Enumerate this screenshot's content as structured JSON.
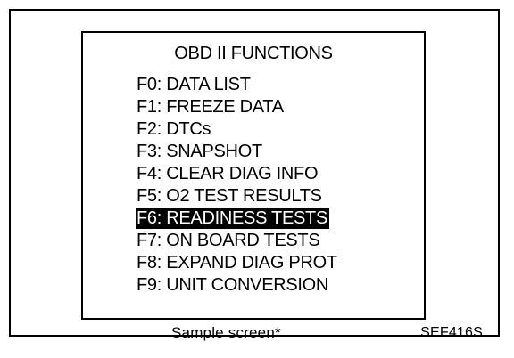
{
  "screen": {
    "title": "OBD II FUNCTIONS",
    "menu": [
      {
        "label": "F0: DATA LIST",
        "selected": false
      },
      {
        "label": "F1: FREEZE DATA",
        "selected": false
      },
      {
        "label": "F2: DTCs",
        "selected": false
      },
      {
        "label": "F3: SNAPSHOT",
        "selected": false
      },
      {
        "label": "F4: CLEAR DIAG INFO",
        "selected": false
      },
      {
        "label": "F5: O2 TEST RESULTS",
        "selected": false
      },
      {
        "label": "F6: READINESS TESTS",
        "selected": true
      },
      {
        "label": "F7: ON BOARD TESTS",
        "selected": false
      },
      {
        "label": "F8: EXPAND DIAG PROT",
        "selected": false
      },
      {
        "label": "F9: UNIT CONVERSION",
        "selected": false
      }
    ]
  },
  "caption": "Sample screen*",
  "figure_code": "SEF416S",
  "colors": {
    "foreground": "#000000",
    "background": "#ffffff",
    "highlight_bg": "#000000",
    "highlight_fg": "#ffffff"
  }
}
